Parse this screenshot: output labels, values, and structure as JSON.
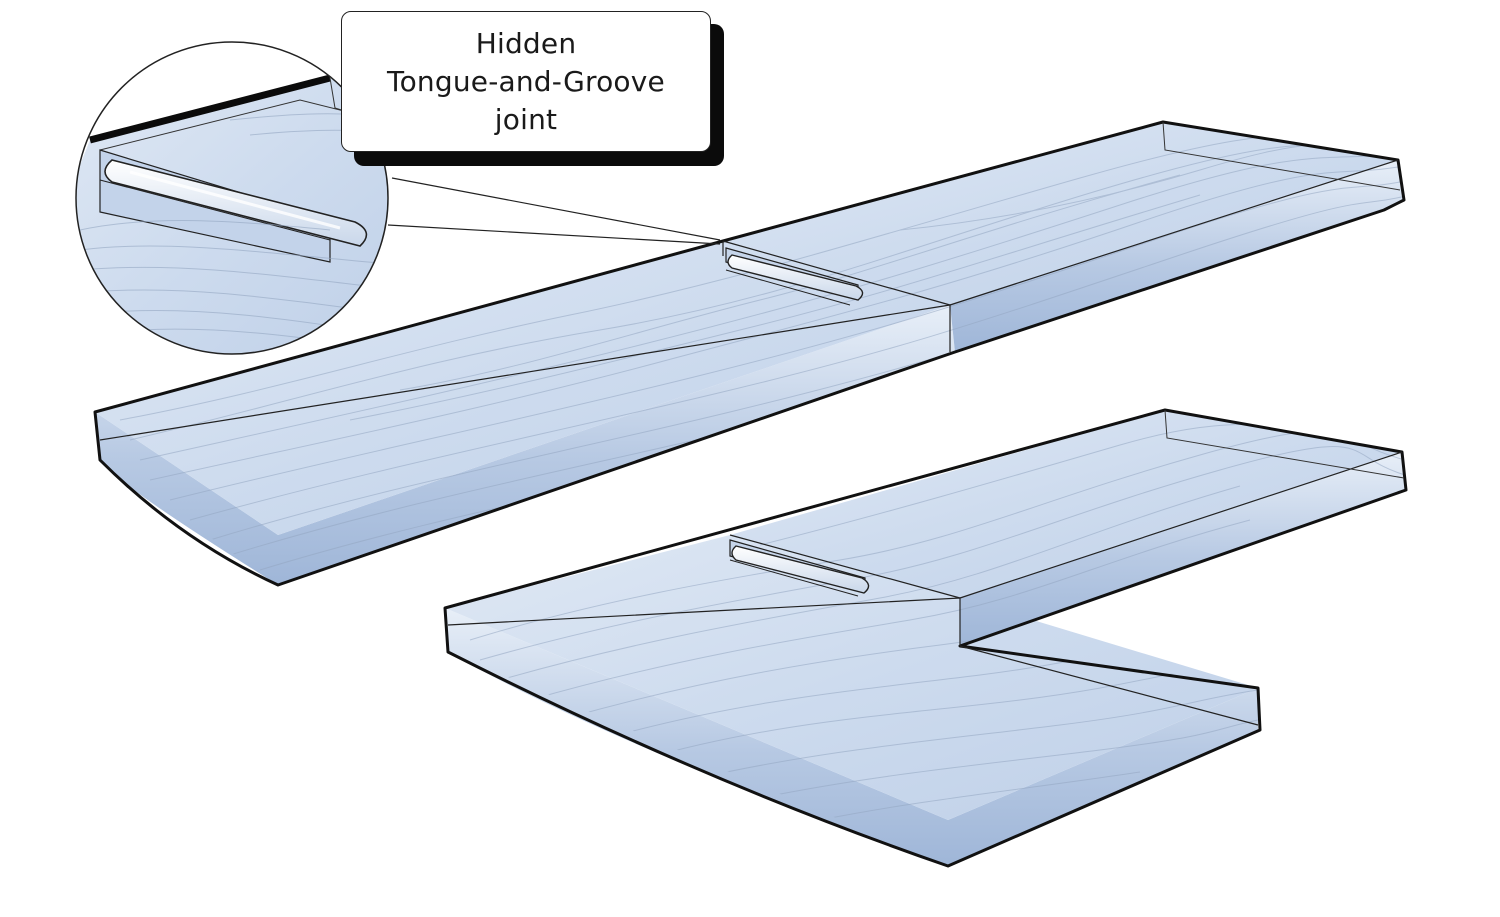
{
  "callout": {
    "lines": [
      "Hidden",
      "Tongue-and-Groove",
      "joint"
    ]
  },
  "colors": {
    "board_fill": "#cfdcee",
    "board_top": "#d9e4f2",
    "board_edge": "#a9bedd",
    "outline": "#111111",
    "grain": "#8d9fb8",
    "tongue": "#eef3fa"
  },
  "icons": [
    "magnifier-circle",
    "callout-leader"
  ]
}
